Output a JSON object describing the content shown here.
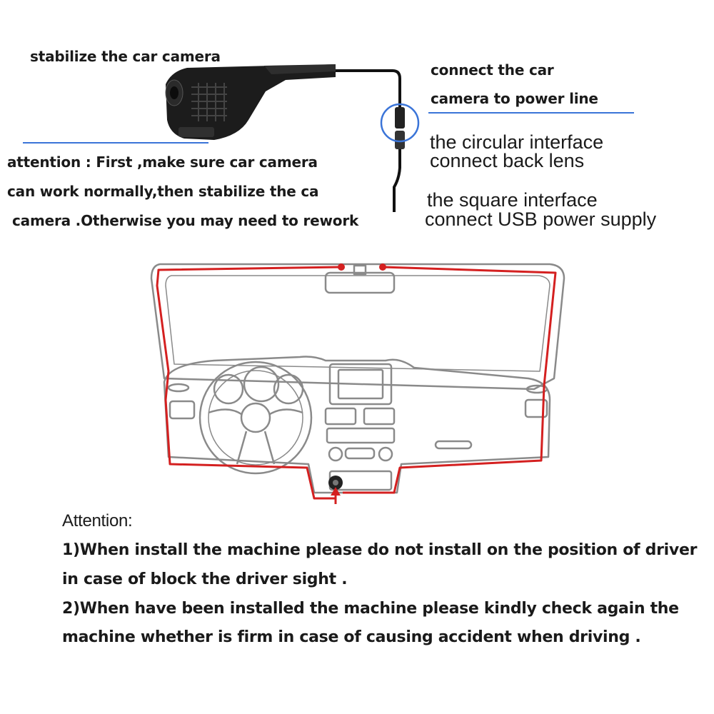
{
  "top": {
    "stabilize_label": "stabilize  the car camera",
    "attention_lines": [
      "attention : First ,make sure car camera",
      "can work normally,then stabilize the ca",
      "camera .Otherwise you may need to rework"
    ],
    "connect_lines": [
      "connect the car",
      "camera to power line"
    ],
    "circular_lines": [
      "the circular interface",
      "connect back lens"
    ],
    "square_lines": [
      "the square interface",
      "connect USB power supply"
    ]
  },
  "colors": {
    "cable": "#d42020",
    "guide_line": "#3a74d8",
    "camera_body": "#1c1c1c"
  },
  "icons": [
    "dash-camera-icon",
    "power-cable-icon",
    "windshield-icon",
    "dashboard-icon",
    "steering-wheel-icon",
    "red-arrow-icon"
  ],
  "bottom": {
    "heading": "Attention:",
    "lines": [
      "1)When install the machine please do not install on the position of driver",
      "in case of block the driver sight .",
      "2)When have been installed the machine please kindly check again the",
      "machine whether is firm in case of causing accident when driving ."
    ]
  }
}
